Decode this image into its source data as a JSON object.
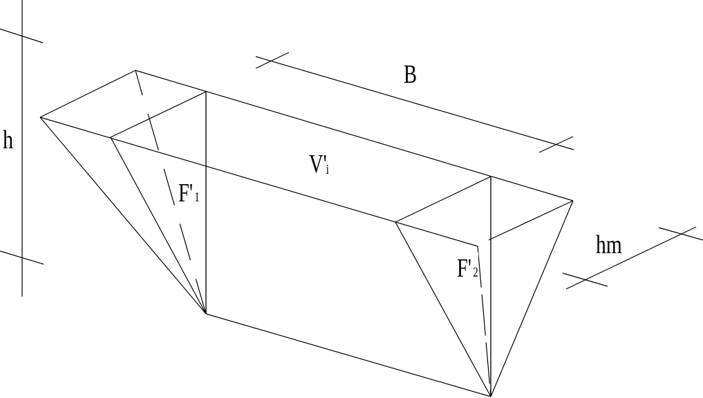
{
  "labels": {
    "height": "h",
    "width": "B",
    "volume_main": "V'",
    "volume_sub": "i",
    "face1_main": "F'",
    "face1_sub": "1",
    "face2_main": "F'",
    "face2_sub": "2",
    "mean_height": "hm"
  },
  "colors": {
    "stroke": "#000000",
    "background": "#ffffff"
  }
}
